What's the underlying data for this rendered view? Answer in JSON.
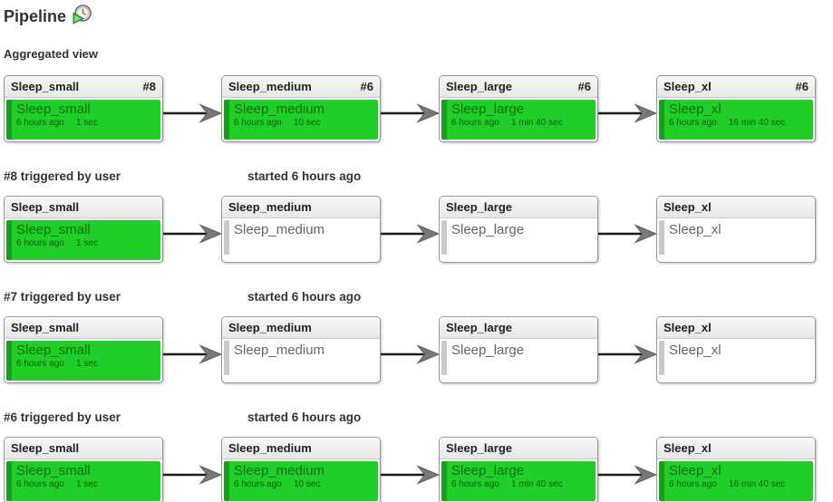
{
  "page": {
    "title": "Pipeline",
    "icon": "pipeline-clock-icon"
  },
  "aggregated": {
    "label": "Aggregated view",
    "stages": [
      {
        "name": "Sleep_small",
        "build": "#8",
        "status": "success",
        "job": "Sleep_small",
        "time_ago": "6 hours ago",
        "duration": "1 sec"
      },
      {
        "name": "Sleep_medium",
        "build": "#6",
        "status": "success",
        "job": "Sleep_medium",
        "time_ago": "6 hours ago",
        "duration": "10 sec"
      },
      {
        "name": "Sleep_large",
        "build": "#6",
        "status": "success",
        "job": "Sleep_large",
        "time_ago": "6 hours ago",
        "duration": "1 min 40 sec"
      },
      {
        "name": "Sleep_xl",
        "build": "#6",
        "status": "success",
        "job": "Sleep_xl",
        "time_ago": "6 hours ago",
        "duration": "16 min 40 sec"
      }
    ]
  },
  "runs": [
    {
      "heading": "#8 triggered by user",
      "started": "started 6 hours ago",
      "stages": [
        {
          "name": "Sleep_small",
          "status": "success",
          "job": "Sleep_small",
          "time_ago": "6 hours ago",
          "duration": "1 sec"
        },
        {
          "name": "Sleep_medium",
          "status": "pending",
          "job": "Sleep_medium"
        },
        {
          "name": "Sleep_large",
          "status": "pending",
          "job": "Sleep_large"
        },
        {
          "name": "Sleep_xl",
          "status": "pending",
          "job": "Sleep_xl"
        }
      ]
    },
    {
      "heading": "#7 triggered by user",
      "started": "started 6 hours ago",
      "stages": [
        {
          "name": "Sleep_small",
          "status": "success",
          "job": "Sleep_small",
          "time_ago": "6 hours ago",
          "duration": "1 sec"
        },
        {
          "name": "Sleep_medium",
          "status": "pending",
          "job": "Sleep_medium"
        },
        {
          "name": "Sleep_large",
          "status": "pending",
          "job": "Sleep_large"
        },
        {
          "name": "Sleep_xl",
          "status": "pending",
          "job": "Sleep_xl"
        }
      ]
    },
    {
      "heading": "#6 triggered by user",
      "started": "started 6 hours ago",
      "stages": [
        {
          "name": "Sleep_small",
          "status": "success",
          "job": "Sleep_small",
          "time_ago": "6 hours ago",
          "duration": "1 sec"
        },
        {
          "name": "Sleep_medium",
          "status": "success",
          "job": "Sleep_medium",
          "time_ago": "6 hours ago",
          "duration": "10 sec"
        },
        {
          "name": "Sleep_large",
          "status": "success",
          "job": "Sleep_large",
          "time_ago": "6 hours ago",
          "duration": "1 min 40 sec"
        },
        {
          "name": "Sleep_xl",
          "status": "success",
          "job": "Sleep_xl",
          "time_ago": "6 hours ago",
          "duration": "16 min 40 sec"
        }
      ]
    }
  ],
  "icons": {
    "arrow": "arrow-right-connector-icon"
  },
  "colors": {
    "success": "#1fce27",
    "success_edge": "#17a01d",
    "pending_edge": "#c9c9c9",
    "arrow_line": "#1a1a1a",
    "arrow_head": "#787878"
  }
}
